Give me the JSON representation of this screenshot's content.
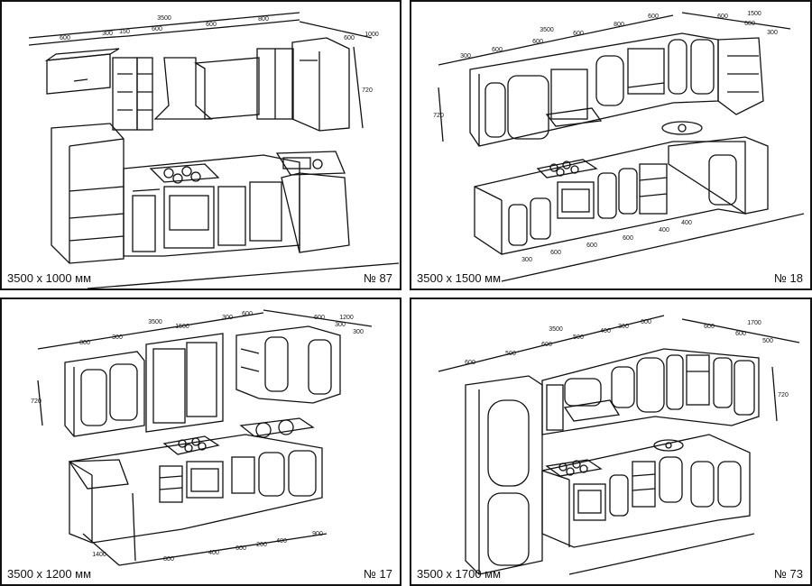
{
  "panels": [
    {
      "size": "3500 x 1000 мм",
      "number": "№ 87",
      "dims": [
        "600",
        "300",
        "150",
        "600",
        "600",
        "800",
        "3500",
        "600",
        "1000",
        "720"
      ]
    },
    {
      "size": "3500 x 1500 мм",
      "number": "№ 18",
      "dims": [
        "300",
        "600",
        "600",
        "600",
        "800",
        "600",
        "3500",
        "600",
        "600",
        "300",
        "1500",
        "720",
        "300",
        "600",
        "600",
        "600",
        "400",
        "400"
      ]
    },
    {
      "size": "3500 x 1200 мм",
      "number": "№ 17",
      "dims": [
        "800",
        "300",
        "3500",
        "1500",
        "300",
        "600",
        "600",
        "300",
        "300",
        "1200",
        "720",
        "1400",
        "800",
        "400",
        "600",
        "200",
        "400",
        "900"
      ]
    },
    {
      "size": "3500 x 1700 мм",
      "number": "№ 73",
      "dims": [
        "600",
        "500",
        "600",
        "500",
        "400",
        "300",
        "600",
        "3500",
        "600",
        "600",
        "500",
        "1700",
        "720"
      ]
    }
  ]
}
